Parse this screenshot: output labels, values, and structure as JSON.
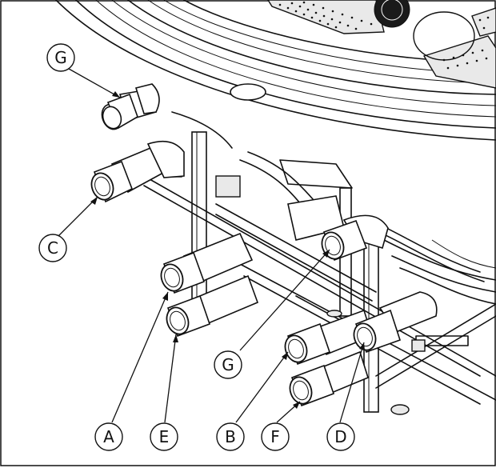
{
  "callouts": {
    "g_top": "G",
    "c": "C",
    "a": "A",
    "e": "E",
    "g_mid": "G",
    "b": "B",
    "f": "F",
    "d": "D"
  }
}
